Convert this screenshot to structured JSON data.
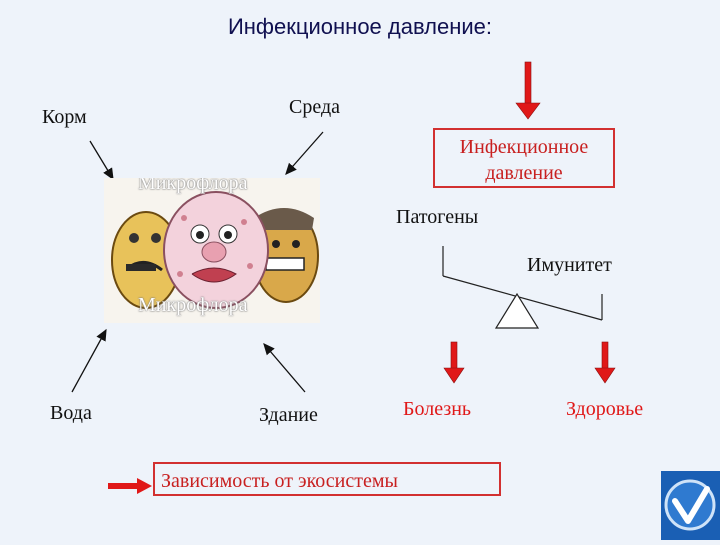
{
  "title": "Инфекционное давление:",
  "sources": {
    "feed": "Корм",
    "environment": "Среда",
    "water": "Вода",
    "building": "Здание"
  },
  "microflora": {
    "label_top": "Микрофлора",
    "label_bottom": "Микрофлора"
  },
  "infectious_pressure_box": "Инфекционное давление",
  "scale": {
    "pathogens": "Патогены",
    "immunity": "Имунитет"
  },
  "outcomes": {
    "disease": "Болезнь",
    "health": "Здоровье"
  },
  "ecosystem_box": "Зависимость от экосистемы",
  "colors": {
    "arrow_red": "#e01818",
    "box_border": "#d23030",
    "background": "#eef3fa",
    "logo_blue": "#1a5fb4"
  }
}
